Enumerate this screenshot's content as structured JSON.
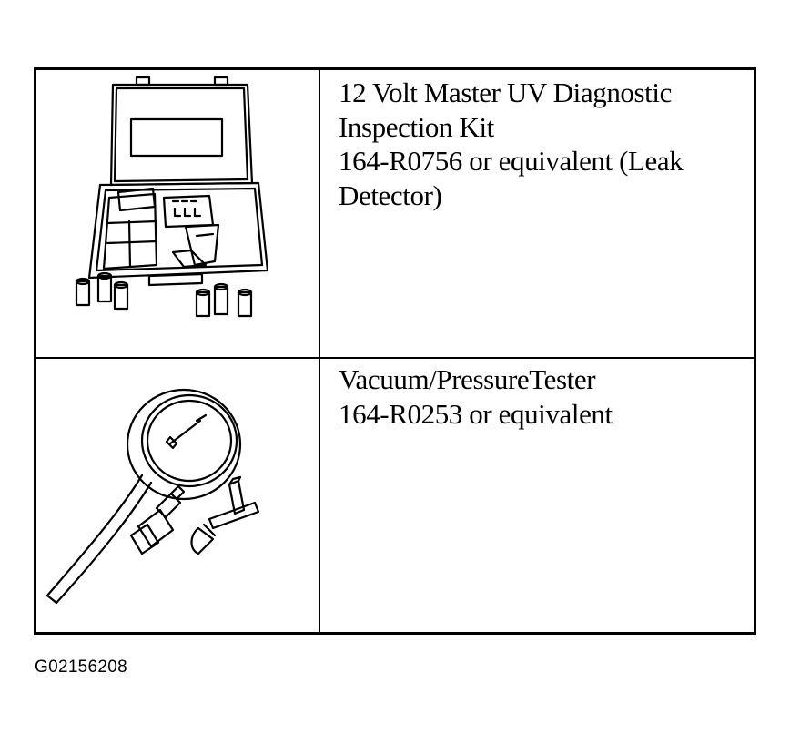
{
  "tools": [
    {
      "lines": [
        "12 Volt Master UV Diagnostic",
        "Inspection Kit",
        "164-R0756 or equivalent (Leak",
        "Detector)"
      ]
    },
    {
      "lines": [
        "Vacuum/PressureTester",
        "164-R0253 or equivalent"
      ]
    }
  ],
  "figure_id": "G02156208"
}
